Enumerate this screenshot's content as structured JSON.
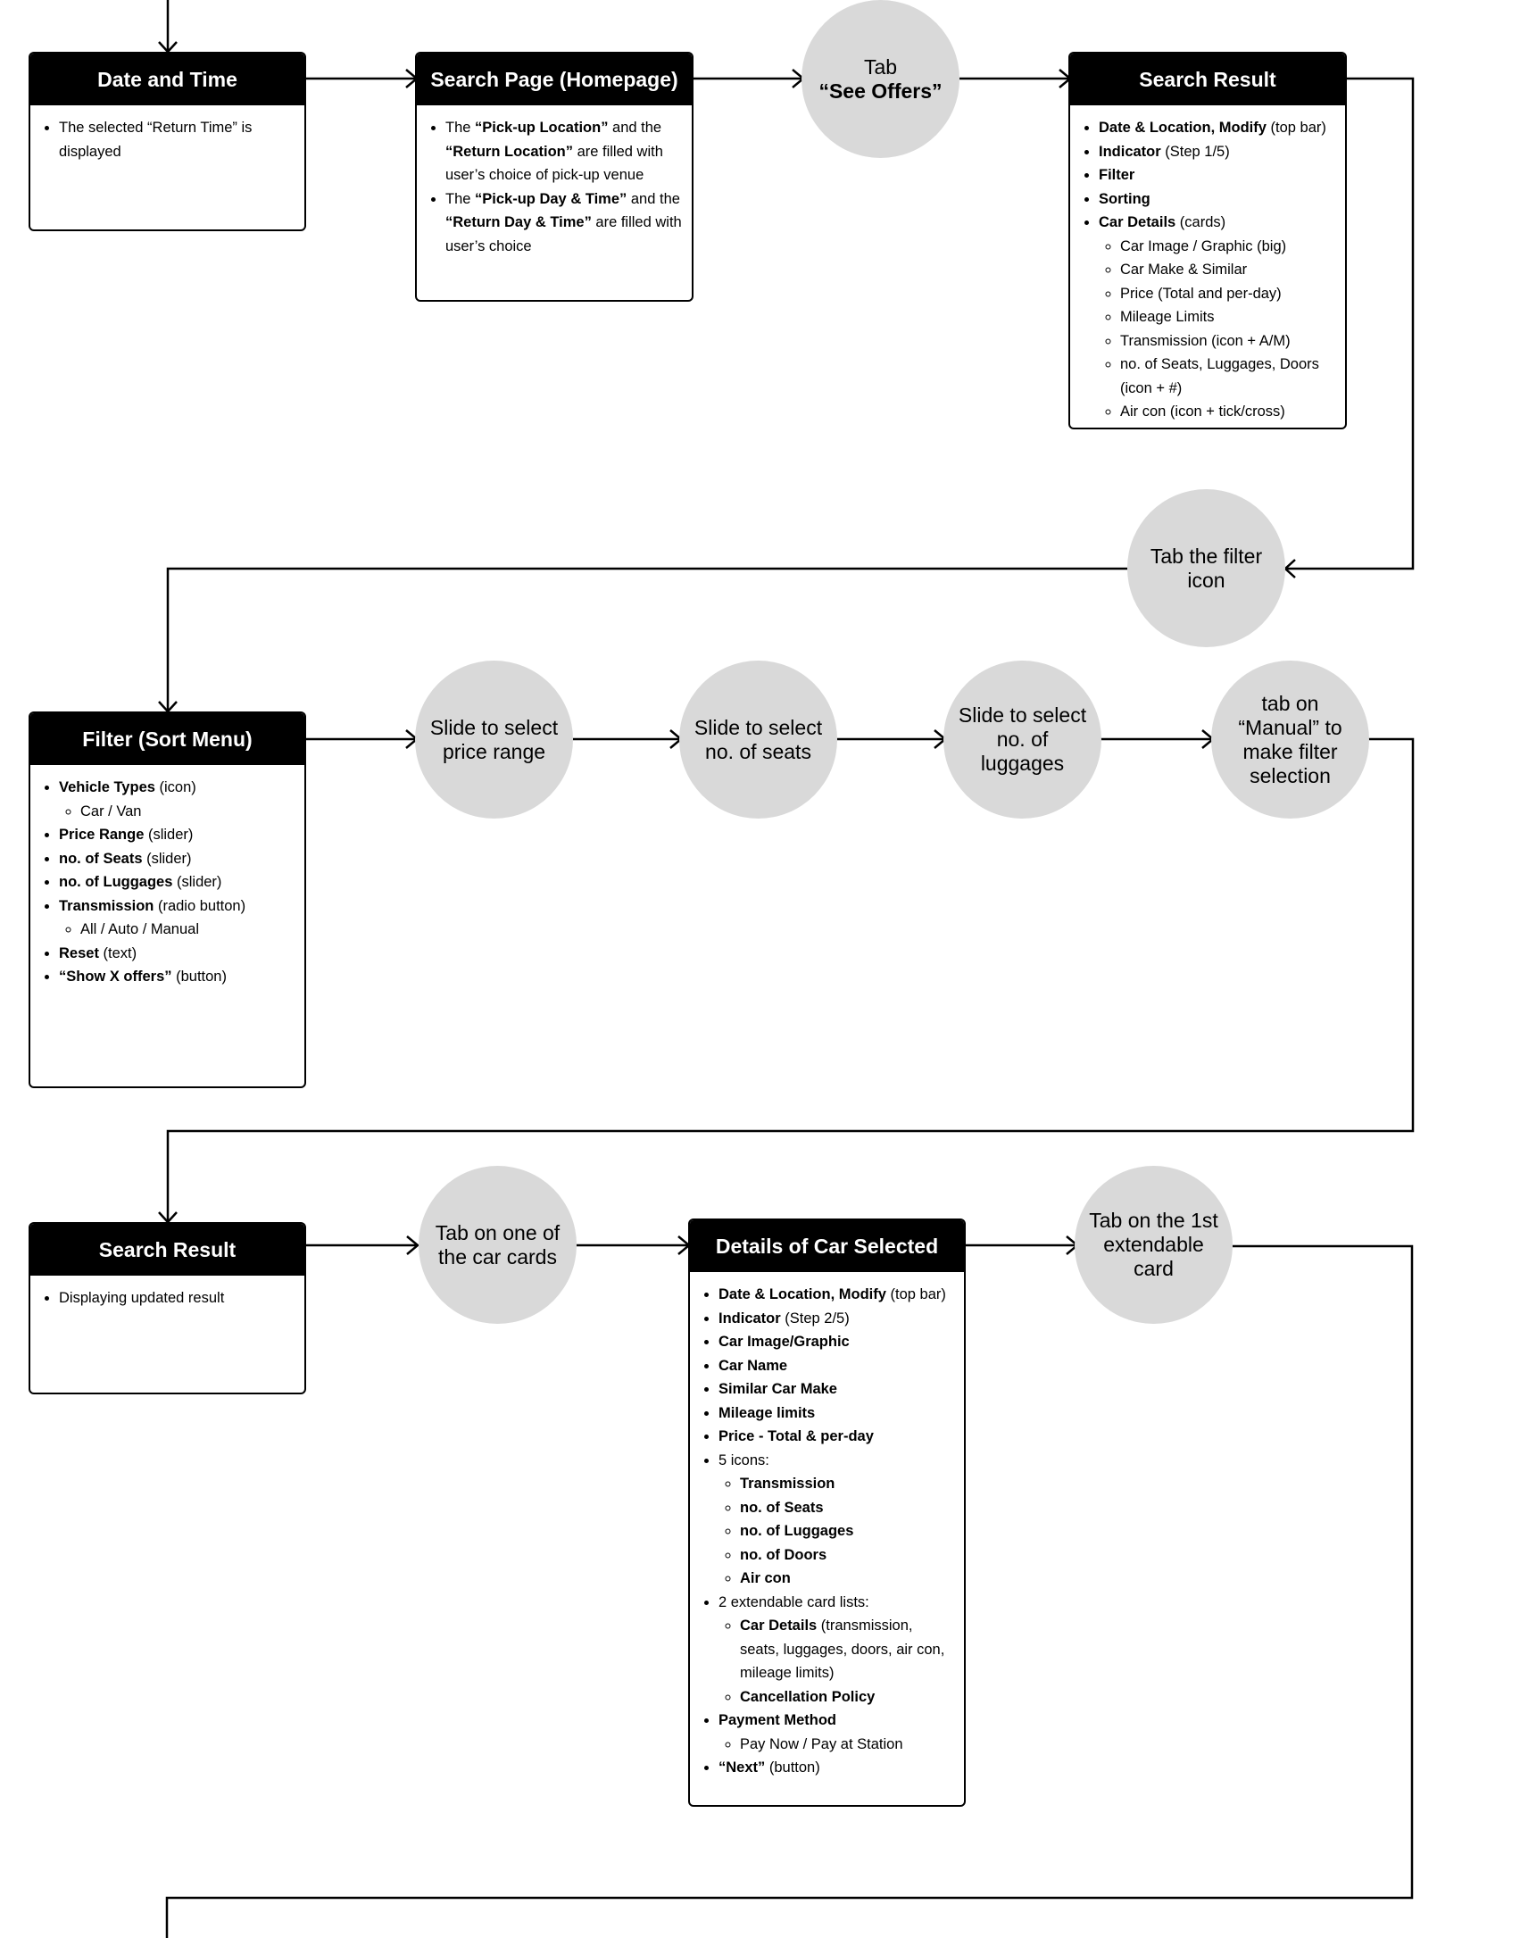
{
  "boxes": {
    "date_time": {
      "title": "Date and Time",
      "items": [
        {
          "text": "The selected “Return Time” is displayed"
        }
      ]
    },
    "search_page": {
      "title": "Search Page (Homepage)",
      "items": [
        {
          "prefix": "The ",
          "bold": "“Pick-up Location”",
          "mid": " and the ",
          "bold2": "“Return Location”",
          "rest": " are filled with user’s choice of pick-up venue"
        },
        {
          "prefix": "The ",
          "bold": "“Pick-up Day & Time”",
          "mid": " and the ",
          "bold2": "“Return Day & Time”",
          "rest": " are filled with user’s choice"
        }
      ]
    },
    "search_result_1": {
      "title": "Search Result",
      "items": [
        {
          "bold": "Date & Location, Modify",
          "rest": " (top bar)"
        },
        {
          "bold": "Indicator",
          "rest": " (Step 1/5)"
        },
        {
          "bold": "Filter",
          "rest": ""
        },
        {
          "bold": "Sorting",
          "rest": ""
        },
        {
          "bold": "Car Details",
          "rest": " (cards)",
          "sub": [
            "Car Image / Graphic (big)",
            "Car Make & Similar",
            "Price (Total and per-day)",
            "Mileage Limits",
            "Transmission (icon + A/M)",
            "no. of Seats, Luggages, Doors (icon + #)",
            "Air con (icon + tick/cross)"
          ]
        }
      ]
    },
    "filter": {
      "title": "Filter (Sort Menu)",
      "items": [
        {
          "bold": "Vehicle Types",
          "rest": " (icon)",
          "sub": [
            "Car / Van"
          ]
        },
        {
          "bold": "Price Range",
          "rest": " (slider)"
        },
        {
          "bold": "no. of Seats",
          "rest": " (slider)"
        },
        {
          "bold": "no. of Luggages",
          "rest": " (slider)"
        },
        {
          "bold": "Transmission",
          "rest": " (radio button)",
          "sub": [
            "All / Auto / Manual"
          ]
        },
        {
          "bold": "Reset",
          "rest": " (text)"
        },
        {
          "bold": "“Show X offers”",
          "rest": " (button)"
        }
      ]
    },
    "search_result_2": {
      "title": "Search Result",
      "items": [
        {
          "text": "Displaying updated result"
        }
      ]
    },
    "details": {
      "title": "Details of Car Selected",
      "items": [
        {
          "bold": "Date & Location, Modify",
          "rest": " (top bar)"
        },
        {
          "bold": "Indicator",
          "rest": " (Step 2/5)"
        },
        {
          "bold": "Car Image/Graphic",
          "rest": ""
        },
        {
          "bold": "Car Name",
          "rest": ""
        },
        {
          "bold": "Similar Car Make",
          "rest": ""
        },
        {
          "bold": "Mileage limits",
          "rest": ""
        },
        {
          "bold": "Price - Total & per-day",
          "rest": ""
        },
        {
          "text": "5 icons:",
          "subBold": [
            "Transmission",
            "no. of Seats",
            "no. of Luggages",
            "no. of Doors",
            "Air con"
          ]
        },
        {
          "text": "2 extendable card lists:",
          "subMixed": [
            {
              "bold": "Car Details",
              "rest": " (transmission, seats, luggages, doors, air con, mileage limits)"
            },
            {
              "bold": "Cancellation Policy",
              "rest": ""
            }
          ]
        },
        {
          "bold": "Payment Method",
          "rest": "",
          "sub": [
            "Pay Now / Pay at Station"
          ]
        },
        {
          "bold": "“Next”",
          "rest": " (button)"
        }
      ]
    }
  },
  "circles": {
    "see_offers": {
      "line1": "Tab",
      "line2": "“See Offers”"
    },
    "filter_icon": {
      "text": "Tab the filter icon"
    },
    "price_range": {
      "text": "Slide to select price range"
    },
    "seats": {
      "text": "Slide to select no. of seats"
    },
    "luggages": {
      "text": "Slide to select no. of luggages"
    },
    "manual": {
      "text": "tab on “Manual” to make filter selection"
    },
    "car_card": {
      "text": "Tab on one of the car cards"
    },
    "extendable": {
      "text": "Tab on the 1st extendable card"
    }
  }
}
